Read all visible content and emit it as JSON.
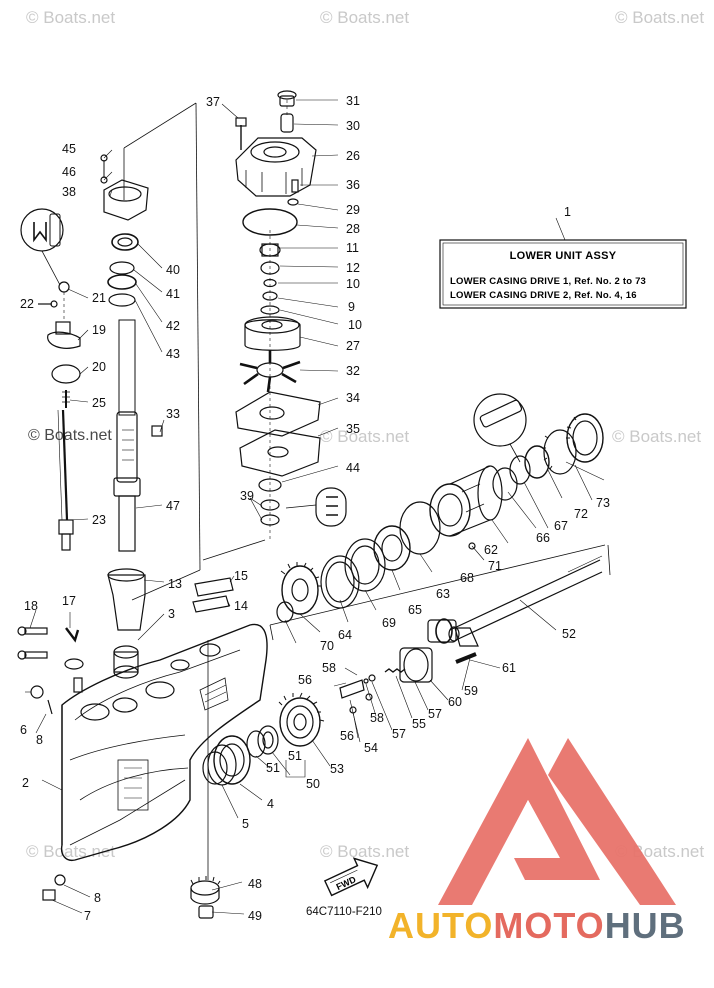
{
  "watermark": {
    "text": "© Boats.net"
  },
  "box": {
    "ref": "1",
    "title": "LOWER UNIT ASSY",
    "line1": "LOWER CASING DRIVE 1,  Ref. No. 2 to 73",
    "line2": "LOWER CASING DRIVE 2,  Ref. No. 4, 16"
  },
  "diagram_code": "64C7110-F210",
  "fwd_label": "FWD",
  "brand": {
    "part1": "AUTO",
    "part2": "MOTO",
    "part3": "HUB",
    "colors": [
      "#f2b32a",
      "#e46a5f",
      "#5f6f7d"
    ]
  },
  "callouts": {
    "n1": "1",
    "n2": "2",
    "n3": "3",
    "n4": "4",
    "n5": "5",
    "n6": "6",
    "n7": "7",
    "n8a": "8",
    "n8b": "8",
    "n9": "9",
    "n10a": "10",
    "n10b": "10",
    "n11": "11",
    "n12": "12",
    "n13": "13",
    "n14": "14",
    "n15": "15",
    "n17": "17",
    "n18": "18",
    "n19": "19",
    "n20": "20",
    "n21": "21",
    "n22": "22",
    "n23": "23",
    "n25": "25",
    "n26": "26",
    "n27": "27",
    "n28": "28",
    "n29": "29",
    "n30": "30",
    "n31": "31",
    "n32": "32",
    "n33": "33",
    "n34": "34",
    "n35": "35",
    "n36": "36",
    "n37": "37",
    "n38": "38",
    "n39": "39",
    "n40": "40",
    "n41": "41",
    "n42": "42",
    "n43": "43",
    "n44": "44",
    "n45": "45",
    "n46": "46",
    "n47": "47",
    "n48": "48",
    "n49": "49",
    "n50": "50",
    "n51a": "51",
    "n51b": "51",
    "n52": "52",
    "n53": "53",
    "n54": "54",
    "n55": "55",
    "n56a": "56",
    "n56b": "56",
    "n57a": "57",
    "n57b": "57",
    "n58a": "58",
    "n58b": "58",
    "n59": "59",
    "n60": "60",
    "n61": "61",
    "n62": "62",
    "n63": "63",
    "n64": "64",
    "n65": "65",
    "n66": "66",
    "n67": "67",
    "n68": "68",
    "n69": "69",
    "n70": "70",
    "n71": "71",
    "n72": "72",
    "n73": "73"
  }
}
